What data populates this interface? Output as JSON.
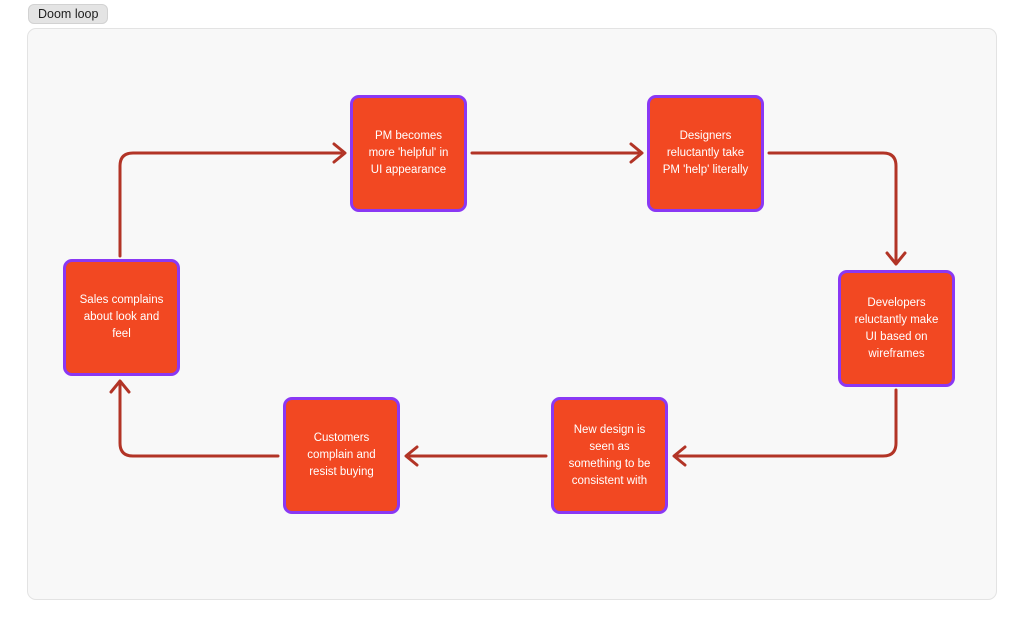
{
  "badge": {
    "label": "Doom loop"
  },
  "colors": {
    "node_fill": "#f24822",
    "node_border": "#8a38f4",
    "node_text": "#ffffff",
    "connector": "#b23426",
    "canvas_bg": "#f8f8f8",
    "canvas_border": "#e3e3e3",
    "badge_bg": "#e4e4e4",
    "badge_text": "#1e1e1e",
    "page_bg": "#ffffff"
  },
  "diagram": {
    "type": "cycle-flowchart",
    "nodes": [
      {
        "id": "sales",
        "label": "Sales complains about look and feel"
      },
      {
        "id": "pm",
        "label": "PM becomes more 'helpful' in UI appearance"
      },
      {
        "id": "designers",
        "label": "Designers reluctantly take PM 'help' literally"
      },
      {
        "id": "developers",
        "label": "Developers reluctantly make UI based on wireframes"
      },
      {
        "id": "new_design",
        "label": "New design is seen as something to be consistent with"
      },
      {
        "id": "customers",
        "label": "Customers complain and resist buying"
      }
    ],
    "edges": [
      {
        "from": "sales",
        "to": "pm"
      },
      {
        "from": "pm",
        "to": "designers"
      },
      {
        "from": "designers",
        "to": "developers"
      },
      {
        "from": "developers",
        "to": "new_design"
      },
      {
        "from": "new_design",
        "to": "customers"
      },
      {
        "from": "customers",
        "to": "sales"
      }
    ]
  }
}
